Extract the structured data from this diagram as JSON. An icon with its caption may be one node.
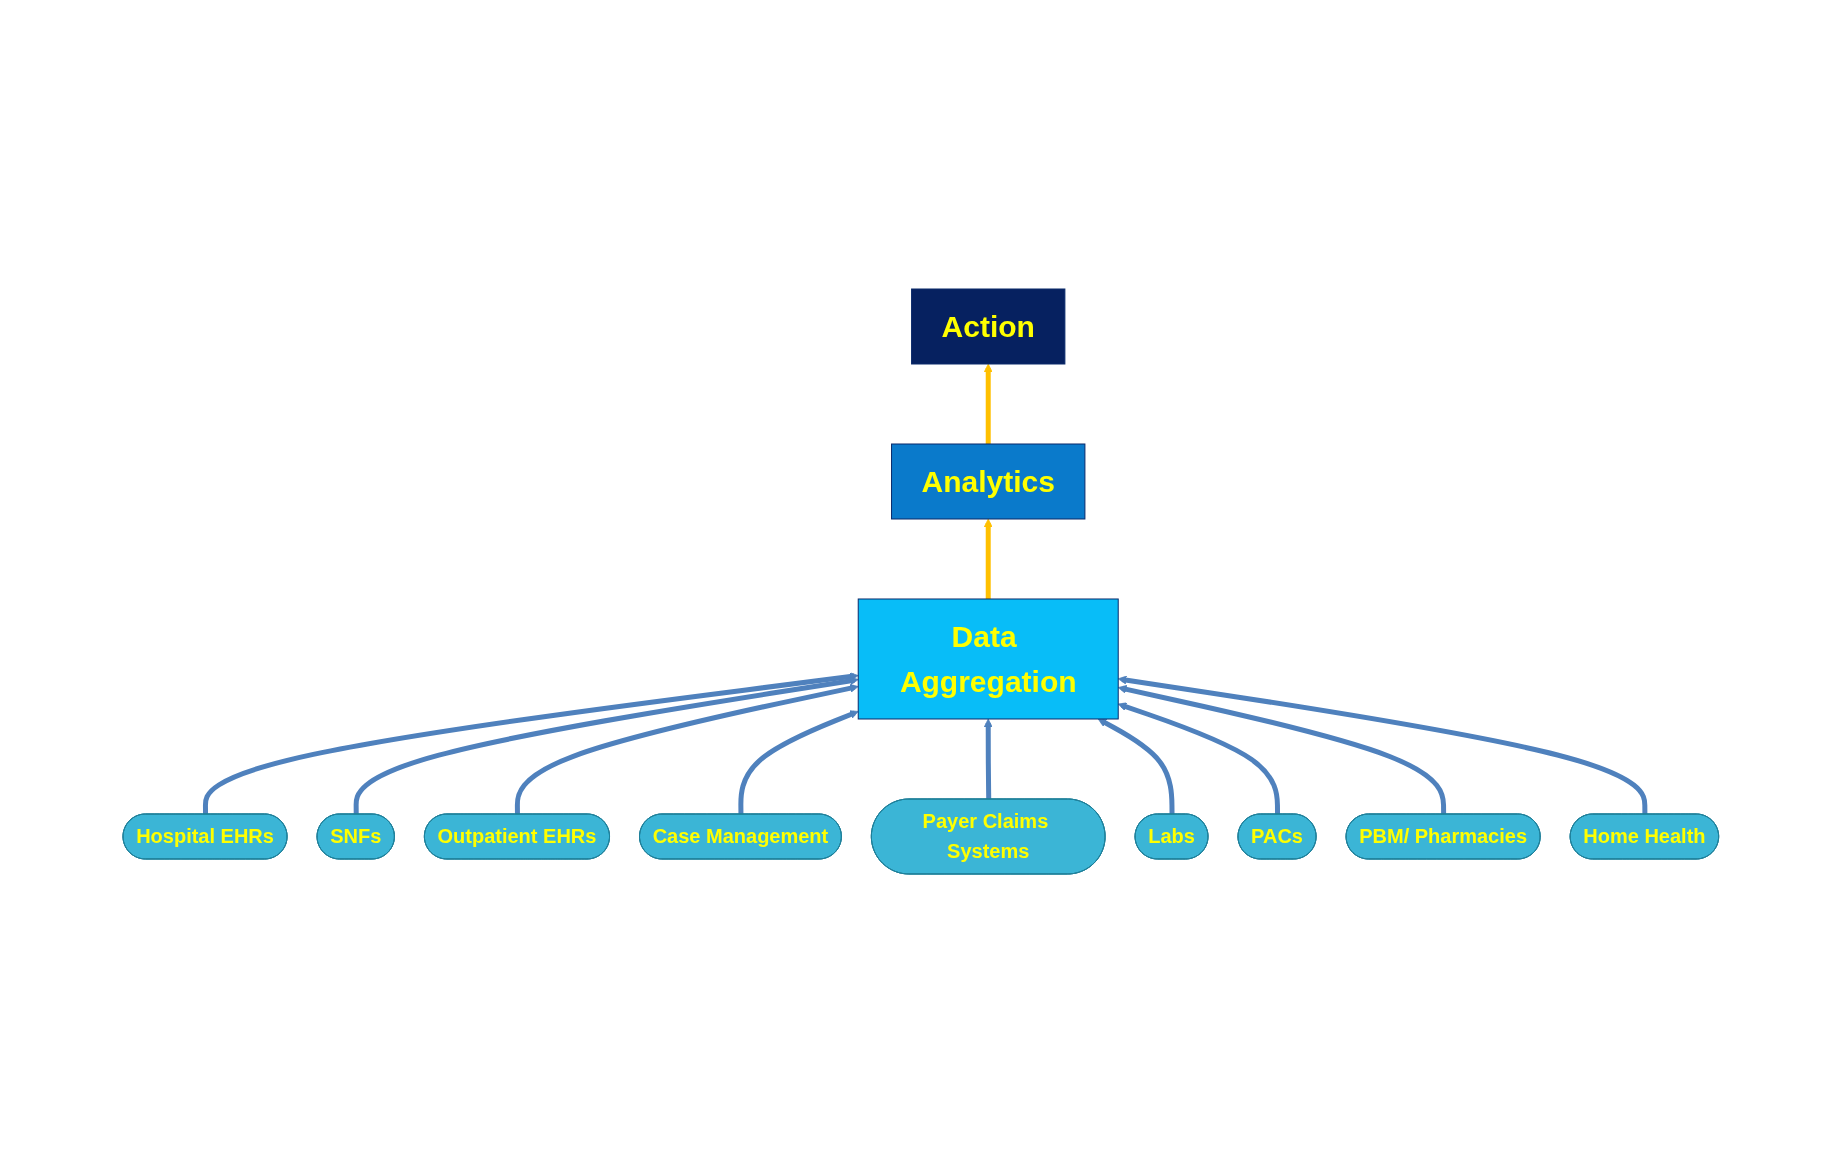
{
  "diagram": {
    "nodes": [
      {
        "text": [
          "Action"
        ]
      },
      {
        "text": [
          "Analytics"
        ]
      },
      {
        "text": [
          "Data Aggregation"
        ]
      },
      {
        "text": [
          "Hospital EHRs"
        ]
      },
      {
        "text": [
          "SNFs"
        ]
      },
      {
        "text": [
          "Outpatient EHRs"
        ]
      },
      {
        "text": [
          "Case Management"
        ]
      },
      {
        "text": [
          "Payer Claims Systems"
        ]
      },
      {
        "text": [
          "Labs"
        ]
      },
      {
        "text": [
          "PACs"
        ]
      },
      {
        "text": [
          "PBM/ Pharmacies"
        ]
      },
      {
        "text": [
          "Home Health"
        ]
      }
    ],
    "edges": [
      {
        "from": 2,
        "to": 1,
        "arrow": "to",
        "color": "#ffc000"
      },
      {
        "from": 1,
        "to": 0,
        "arrow": "to",
        "color": "#ffc000"
      },
      {
        "from": 3,
        "to": 2,
        "arrow": "to"
      },
      {
        "from": 4,
        "to": 2,
        "arrow": "to"
      },
      {
        "from": 5,
        "to": 2,
        "arrow": "to"
      },
      {
        "from": 6,
        "to": 2,
        "arrow": "to"
      },
      {
        "from": 7,
        "to": 2,
        "arrow": "to"
      },
      {
        "from": 8,
        "to": 2,
        "arrow": "to"
      },
      {
        "from": 9,
        "to": 2,
        "arrow": "to"
      },
      {
        "from": 10,
        "to": 2,
        "arrow": "to"
      },
      {
        "from": 11,
        "to": 2,
        "arrow": "to"
      }
    ]
  }
}
